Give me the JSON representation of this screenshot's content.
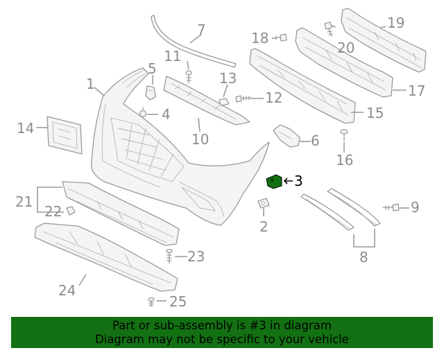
{
  "callouts": {
    "c1": "1",
    "c2": "2",
    "c3": "3",
    "c4": "4",
    "c5": "5",
    "c6": "6",
    "c7": "7",
    "c8": "8",
    "c9": "9",
    "c10": "10",
    "c11": "11",
    "c12": "12",
    "c13": "13",
    "c14": "14",
    "c15": "15",
    "c16": "16",
    "c17": "17",
    "c18": "18",
    "c19": "19",
    "c20": "20",
    "c21": "21",
    "c22": "22",
    "c23": "23",
    "c24": "24",
    "c25": "25"
  },
  "highlight": {
    "part": "3",
    "color": "#137113"
  },
  "banner": {
    "line1": "Part or sub-assembly is #3 in diagram",
    "line2": "Diagram may not be specific to your vehicle",
    "background": "#137113"
  }
}
